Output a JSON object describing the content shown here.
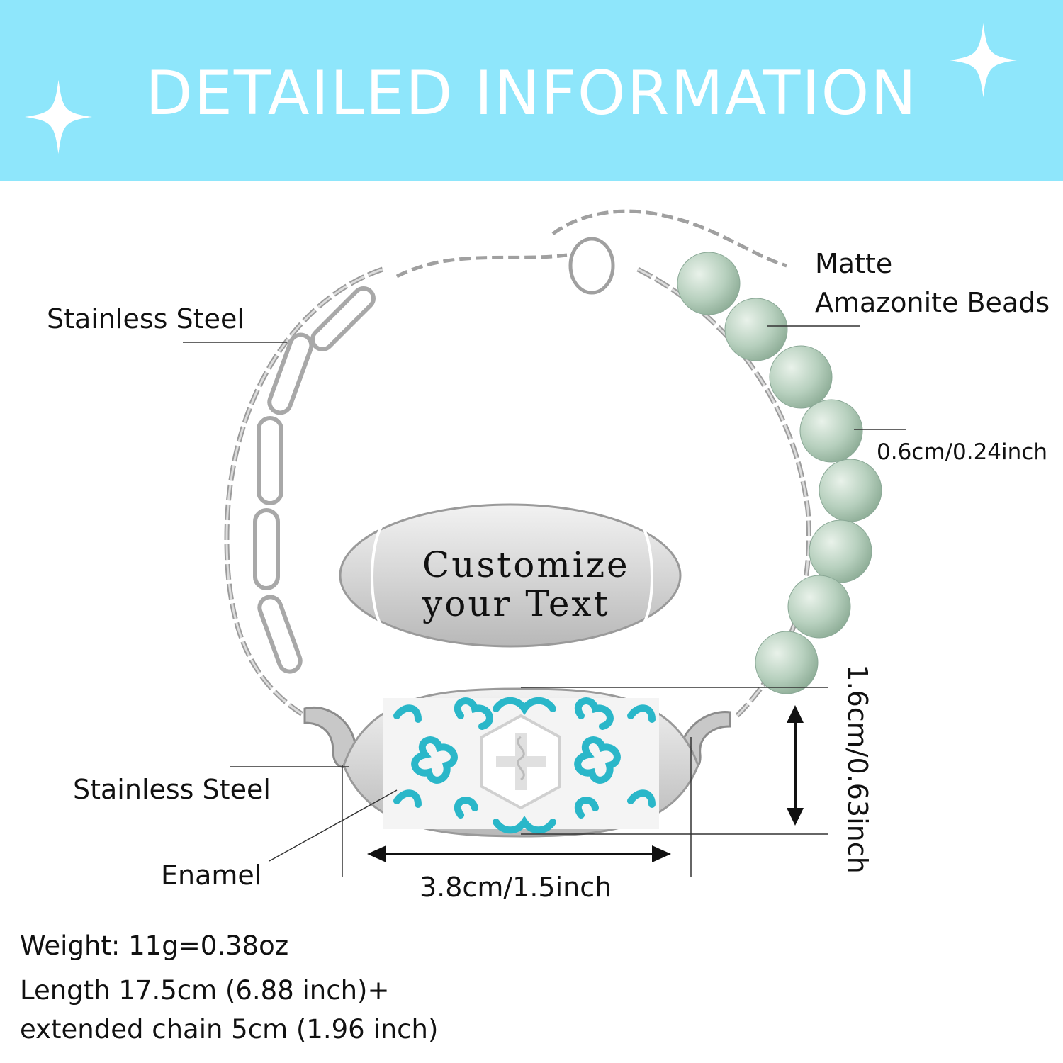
{
  "banner": {
    "title": "DETAILED INFORMATION",
    "background": "#8ee6fb"
  },
  "callouts": {
    "chain_top": "Stainless Steel",
    "beads_line1": "Matte",
    "beads_line2": "Amazonite Beads",
    "bead_size": "0.6cm/0.24inch",
    "tag_height": "1.6cm/0.63inch",
    "tag_width": "3.8cm/1.5inch",
    "tag_steel": "Stainless Steel",
    "enamel": "Enamel"
  },
  "tag_back": {
    "line1": "Customize",
    "line2": "your Text"
  },
  "specs": {
    "weight": "Weight: 11g=0.38oz",
    "length": "Length 17.5cm (6.88 inch)+",
    "extension": "extended chain 5cm (1.96 inch)"
  },
  "colors": {
    "enamel": "#2ab7c9",
    "steel": "#c9c9c9",
    "bead": "#b9d3c2"
  },
  "icons": [
    "sparkle-icon",
    "medical-alert-icon",
    "double-arrow-icon"
  ]
}
